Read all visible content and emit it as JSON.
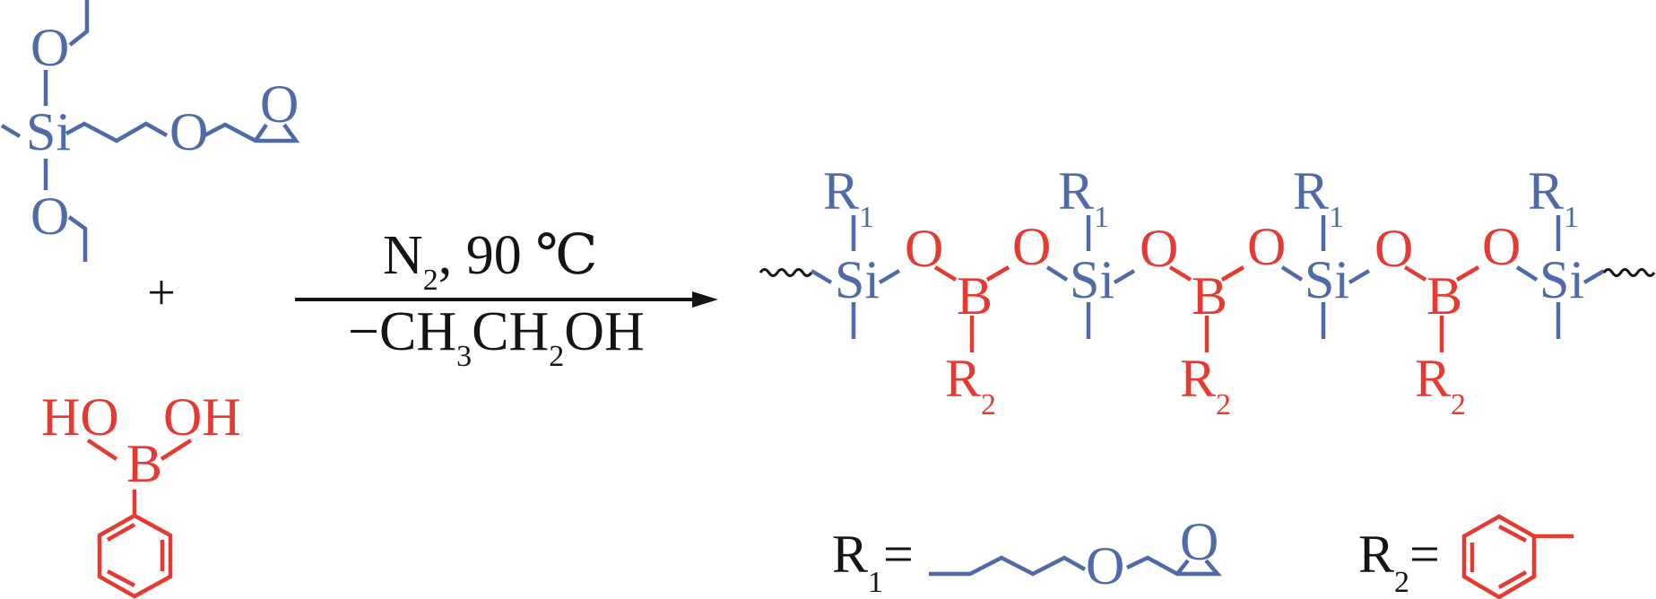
{
  "colors": {
    "silane": "#4f6aa8",
    "boron": "#e53a32",
    "text": "#141414"
  },
  "reactant_silane": {
    "si": "Si",
    "o_top": "O",
    "o_bottom": "O",
    "o_ether": "O",
    "o_epoxide": "O"
  },
  "plus": "+",
  "reactant_boronic": {
    "ho": "HO",
    "oh": "OH",
    "b": "B"
  },
  "conditions": {
    "above": {
      "a": "N",
      "sub": "2",
      "b": ", 90 ℃"
    },
    "below": {
      "a": "−CH",
      "sub1": "3",
      "b": "CH",
      "sub2": "2",
      "c": "OH"
    }
  },
  "product": {
    "si_label": "Si",
    "o_label": "O",
    "b_label": "B",
    "r1": "R",
    "r1_sub": "1",
    "r2": "R",
    "r2_sub": "2",
    "si_count": 4
  },
  "r1_def": {
    "label": "R",
    "sub": "1",
    "equals": "=",
    "o_ether": "O",
    "o_epoxide": "O"
  },
  "r2_def": {
    "label": "R",
    "sub": "2",
    "equals": "="
  }
}
